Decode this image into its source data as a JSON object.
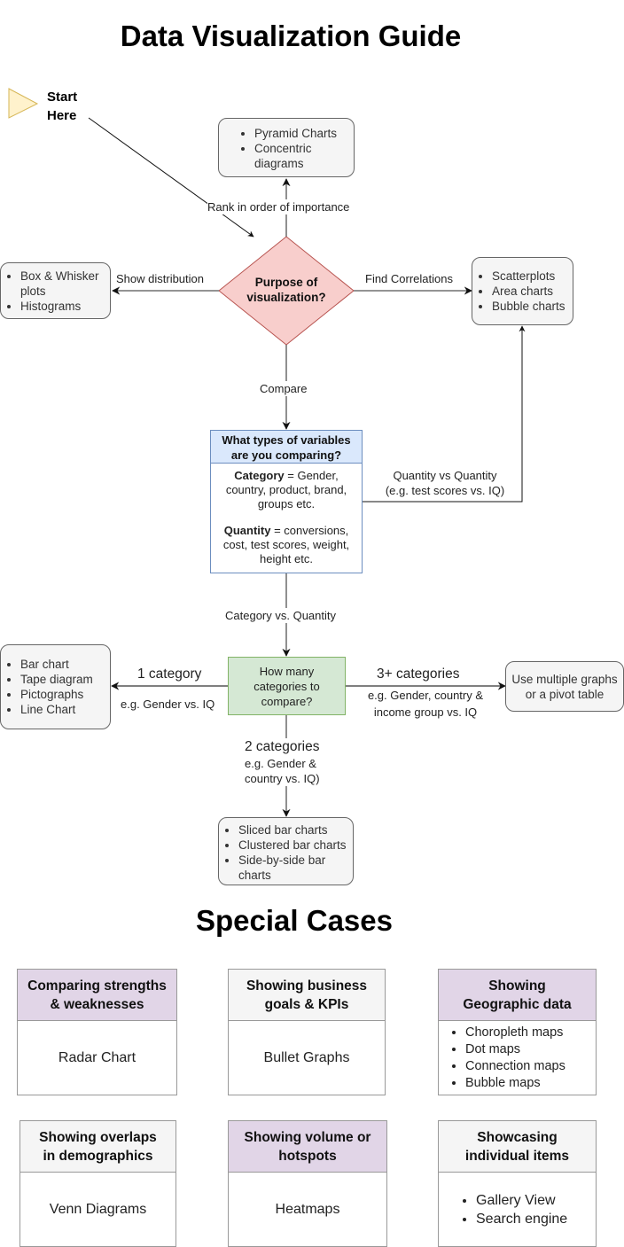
{
  "title": "Data Visualization Guide",
  "start": {
    "label_line1": "Start",
    "label_line2": "Here"
  },
  "decision_purpose": {
    "line1": "Purpose of",
    "line2": "visualization?"
  },
  "rank_box": {
    "items": [
      "Pyramid Charts",
      "Concentric",
      "diagrams"
    ]
  },
  "distribution_box": {
    "items": [
      "Box & Whisker",
      "plots",
      "Histograms"
    ]
  },
  "correlation_box": {
    "items": [
      "Scatterplots",
      "Area charts",
      "Bubble charts"
    ]
  },
  "edge_labels": {
    "rank": "Rank in order of importance",
    "distribution": "Show distribution",
    "correlations": "Find Correlations",
    "compare": "Compare",
    "qvq_line1": "Quantity vs Quantity",
    "qvq_line2": "(e.g. test scores vs. IQ)",
    "cvq": "Category vs. Quantity",
    "one_cat": "1 category",
    "one_cat_eg": "e.g. Gender vs. IQ",
    "three_cat": "3+ categories",
    "three_cat_eg1": "e.g. Gender, country &",
    "three_cat_eg2": "income group vs. IQ",
    "two_cat": "2 categories",
    "two_cat_eg1": "e.g. Gender &",
    "two_cat_eg2": "country vs. IQ)"
  },
  "variables_box": {
    "header_line1": "What types of variables",
    "header_line2": "are you comparing?",
    "category_term": "Category",
    "category_def1": " = Gender,",
    "category_def2": "country, product, brand,",
    "category_def3": "groups etc.",
    "quantity_term": "Quantity",
    "quantity_def1": " = conversions,",
    "quantity_def2": "cost, test scores, weight,",
    "quantity_def3": "height etc."
  },
  "how_many_box": {
    "line1": "How many",
    "line2": "categories to",
    "line3": "compare?"
  },
  "one_cat_box": {
    "items": [
      "Bar chart",
      "Tape diagram",
      "Pictographs",
      "Line Chart"
    ]
  },
  "multi_box": {
    "line1": "Use multiple graphs",
    "line2": "or a pivot table"
  },
  "two_cat_box": {
    "items": [
      "Sliced bar charts",
      "Clustered bar charts",
      "Side-by-side bar",
      "charts"
    ]
  },
  "special_title": "Special Cases",
  "special_cases": [
    {
      "header1": "Comparing strengths",
      "header2": "& weaknesses",
      "body": "Radar Chart",
      "color": "#e1d5e7"
    },
    {
      "header1": "Showing business",
      "header2": "goals & KPIs",
      "body": "Bullet Graphs",
      "color": "#f5f5f5"
    },
    {
      "header1": "Showing",
      "header2": "Geographic data",
      "items": [
        "Choropleth maps",
        "Dot maps",
        "Connection maps",
        "Bubble maps"
      ],
      "color": "#e1d5e7"
    },
    {
      "header1": "Showing overlaps",
      "header2": "in demographics",
      "body": "Venn Diagrams",
      "color": "#f5f5f5"
    },
    {
      "header1": "Showing volume or",
      "header2": "hotspots",
      "body": "Heatmaps",
      "color": "#e1d5e7"
    },
    {
      "header1": "Showcasing",
      "header2": "individual items",
      "items": [
        "Gallery View",
        "Search engine"
      ],
      "color": "#f5f5f5"
    }
  ],
  "colors": {
    "decision_fill": "#f8cecc",
    "decision_stroke": "#b85450",
    "variables_header": "#dae8fc",
    "variables_stroke": "#6c8ebf",
    "how_many_fill": "#d5e8d4",
    "how_many_stroke": "#82b366",
    "start_fill": "#fff2cc",
    "start_stroke": "#d6b656"
  }
}
